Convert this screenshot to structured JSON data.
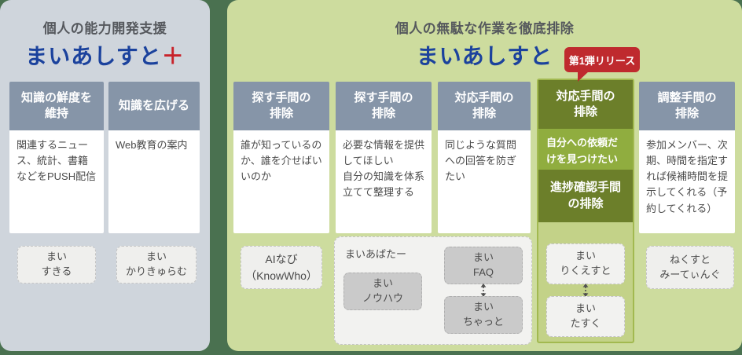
{
  "left_panel": {
    "subtitle": "個人の能力開発支援",
    "brand": "まいあしすと",
    "brand_suffix": "＋",
    "columns": [
      {
        "header": "知識の鮮度を\n維持",
        "body": "関連するニュース、統計、書籍などをPUSH配信",
        "product": "まい\nすきる"
      },
      {
        "header": "知識を広げる",
        "body": "Web教育の案内",
        "product": "まい\nかりきゅらむ"
      }
    ]
  },
  "right_panel": {
    "subtitle": "個人の無駄な作業を徹底排除",
    "brand": "まいあしすと",
    "release_badge": "第1弾リリース",
    "columns": [
      {
        "header": "探す手間の\n排除",
        "body": "誰が知っているのか、誰を介せばいいのか",
        "product": "AIなび\n（KnowWho）"
      },
      {
        "header": "探す手間の\n排除",
        "body": "必要な情報を提供してほしい\n自分の知識を体系立てて整理する"
      },
      {
        "header": "対応手間の\n排除",
        "body": "同じような質問への回答を防ぎたい"
      },
      {
        "header": "対応手間の\n排除",
        "band": "自分への依頼だけを見つけたい",
        "header2": "進捗確認手間\nの排除",
        "products": [
          "まい\nりくえすと",
          "まい\nたすく"
        ]
      },
      {
        "header": "調整手間の\n排除",
        "body": "参加メンバー、次期、時間を指定すれば候補時間を提示してくれる（予約してくれる）",
        "product": "ねくすと\nみーてぃんぐ"
      }
    ],
    "avatar_group": {
      "label": "まいあばたー",
      "products": [
        "まい\nノウハウ",
        "まい\nFAQ",
        "まい\nちゃっと"
      ]
    }
  },
  "colors": {
    "background": "#4a7150",
    "left_panel": "#cfd5dc",
    "right_panel": "#cddc9e",
    "header_slate": "#8695a8",
    "header_olive": "#6c7f2a",
    "band_green": "#90ad3f",
    "brand_blue": "#1b429d",
    "plus_red": "#c8232b",
    "badge_red": "#bf2a2e"
  }
}
